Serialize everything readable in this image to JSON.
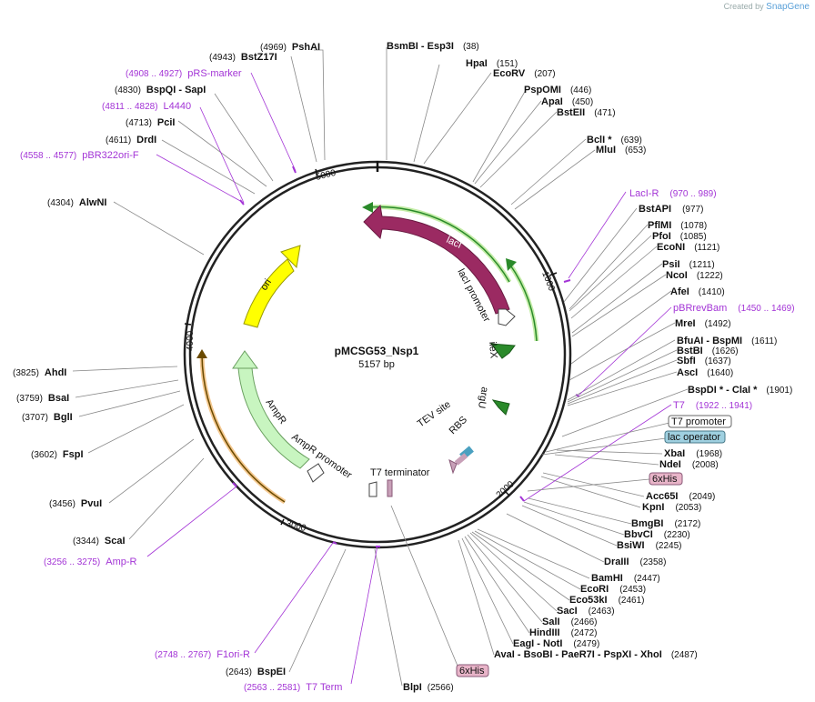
{
  "brand": {
    "created_by": "Created by",
    "name": "SnapGene"
  },
  "plasmid": {
    "name": "pMCSG53_Nsp1",
    "size": "5157 bp"
  },
  "ticks": [
    "1000",
    "2000",
    "3000",
    "4000",
    "5000"
  ],
  "sites": [
    {
      "name": "PshAI",
      "pos": "(4969)"
    },
    {
      "name": "BstZ17I",
      "pos": "(4943)"
    },
    {
      "name": "BspQI",
      "extra": " - SapI",
      "pos": "(4830)"
    },
    {
      "name": "PciI",
      "pos": "(4713)"
    },
    {
      "name": "DrdI",
      "pos": "(4611)"
    },
    {
      "name": "AlwNI",
      "pos": "(4304)"
    },
    {
      "name": "AhdI",
      "pos": "(3825)"
    },
    {
      "name": "BsaI",
      "pos": "(3759)"
    },
    {
      "name": "BglI",
      "pos": "(3707)"
    },
    {
      "name": "FspI",
      "pos": "(3602)"
    },
    {
      "name": "PvuI",
      "pos": "(3456)"
    },
    {
      "name": "ScaI",
      "pos": "(3344)"
    },
    {
      "name": "BspEI",
      "pos": "(2643)"
    },
    {
      "name": "BlpI",
      "pos": "(2566)"
    },
    {
      "name": "BsmBI",
      "extra": " - Esp3I",
      "pos": "(38)"
    },
    {
      "name": "HpaI",
      "pos": "(151)"
    },
    {
      "name": "EcoRV",
      "pos": "(207)"
    },
    {
      "name": "PspOMI",
      "pos": "(446)"
    },
    {
      "name": "ApaI",
      "pos": "(450)"
    },
    {
      "name": "BstEII",
      "pos": "(471)"
    },
    {
      "name": "BclI *",
      "pos": "(639)"
    },
    {
      "name": "MluI",
      "pos": "(653)"
    },
    {
      "name": "BstAPI",
      "pos": "(977)"
    },
    {
      "name": "PflMI",
      "pos": "(1078)"
    },
    {
      "name": "PfoI",
      "pos": "(1085)"
    },
    {
      "name": "EcoNI",
      "pos": "(1121)"
    },
    {
      "name": "PsiI",
      "pos": "(1211)"
    },
    {
      "name": "NcoI",
      "pos": "(1222)"
    },
    {
      "name": "AfeI",
      "pos": "(1410)"
    },
    {
      "name": "MreI",
      "pos": "(1492)"
    },
    {
      "name": "BfuAI",
      "extra": " - BspMI",
      "pos": "(1611)"
    },
    {
      "name": "BstBI",
      "pos": "(1626)"
    },
    {
      "name": "SbfI",
      "pos": "(1637)"
    },
    {
      "name": "AscI",
      "pos": "(1640)"
    },
    {
      "name": "BspDI *",
      "extra": " - ClaI *",
      "pos": "(1901)"
    },
    {
      "name": "XbaI",
      "pos": "(1968)"
    },
    {
      "name": "NdeI",
      "pos": "(2008)"
    },
    {
      "name": "Acc65I",
      "pos": "(2049)"
    },
    {
      "name": "KpnI",
      "pos": "(2053)"
    },
    {
      "name": "BmgBI",
      "pos": "(2172)"
    },
    {
      "name": "BbvCI",
      "pos": "(2230)"
    },
    {
      "name": "BsiWI",
      "pos": "(2245)"
    },
    {
      "name": "DraIII",
      "pos": "(2358)"
    },
    {
      "name": "BamHI",
      "pos": "(2447)"
    },
    {
      "name": "EcoRI",
      "pos": "(2453)"
    },
    {
      "name": "Eco53kI",
      "pos": "(2461)"
    },
    {
      "name": "SacI",
      "pos": "(2463)"
    },
    {
      "name": "SalI",
      "pos": "(2466)"
    },
    {
      "name": "HindIII",
      "pos": "(2472)"
    },
    {
      "name": "EagI",
      "extra": " - NotI",
      "pos": "(2479)"
    },
    {
      "name": "AvaI",
      "extra": " - BsoBI - PaeR7I - PspXI - XhoI",
      "pos": "(2487)"
    }
  ],
  "primers": [
    {
      "name": "pRS-marker",
      "pos": "(4908 .. 4927)"
    },
    {
      "name": "L4440",
      "pos": "(4811 .. 4828)"
    },
    {
      "name": "pBR322ori-F",
      "pos": "(4558 .. 4577)"
    },
    {
      "name": "Amp-R",
      "pos": "(3256 .. 3275)"
    },
    {
      "name": "F1ori-R",
      "pos": "(2748 .. 2767)"
    },
    {
      "name": "T7 Term",
      "pos": "(2563 .. 2581)"
    },
    {
      "name": "LacI-R",
      "pos": "(970 .. 989)"
    },
    {
      "name": "pBRrevBam",
      "pos": "(1450 .. 1469)"
    },
    {
      "name": "T7",
      "pos": "(1922 .. 1941)"
    }
  ],
  "boxed": [
    {
      "name": "T7 promoter",
      "color": "#ffffff"
    },
    {
      "name": "lac operator",
      "color": "#9fd0e0"
    },
    {
      "name": "6xHis",
      "color": "#e8b4c8"
    },
    {
      "name": "6xHis",
      "color": "#e8b4c8"
    }
  ],
  "features": {
    "laci": "lacI",
    "laci_promoter": "lacI promoter",
    "ori": "ori",
    "ampr": "AmpR",
    "ampr_promoter": "AmpR promoter",
    "ilex": "ileX",
    "argu": "argU",
    "tev": "TEV site",
    "rbs": "RBS",
    "t7term": "T7 terminator"
  },
  "colors": {
    "laci": "#9b2a62",
    "ori": "#ffff00",
    "ampr": "#c8f5c0",
    "green_gene": "#2a8a2a",
    "primer": "#a334d6",
    "highlight_green": "#9be06a",
    "highlight_orange": "#f0b060"
  }
}
